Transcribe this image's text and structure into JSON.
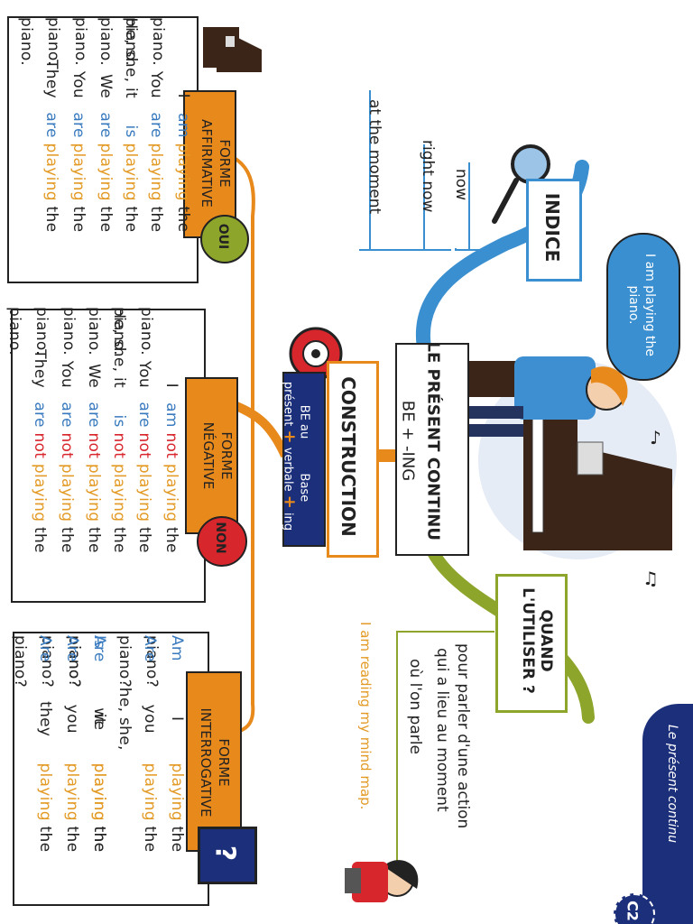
{
  "corner": {
    "badge": "C2",
    "title": "Le présent continu"
  },
  "center": {
    "title_line1": "LE PRÉSENT CONTINU",
    "title_line2": "BE + -ING"
  },
  "speech": "I am playing the piano.",
  "indice": {
    "label": "INDICE",
    "words": [
      "now",
      "right now",
      "at the moment"
    ]
  },
  "quand": {
    "label_line1": "QUAND",
    "label_line2": "L'UTILISER ?",
    "desc": [
      "pour parler d'une action",
      "qui a lieu au moment",
      "où l'on parle"
    ]
  },
  "mindmap": "I am reading my mind map.",
  "construction": {
    "label": "CONSTRUCTION",
    "line1_a": "BE au",
    "line1_b": "Base",
    "line2_a": "présent",
    "line2_b": "verbale",
    "ing": "ing",
    "plus": "+"
  },
  "affirmative": {
    "label_line1": "FORME",
    "label_line2": "AFFIRMATIVE",
    "bubble": "OUI",
    "rows": [
      {
        "pronoun": "I",
        "be": "am",
        "verb": "playing",
        "obj": "the piano."
      },
      {
        "pronoun": "You",
        "be": "are",
        "verb": "playing",
        "obj": "the piano."
      },
      {
        "pronoun": "He, she, it",
        "be": "is",
        "verb": "playing",
        "obj": "the piano."
      },
      {
        "pronoun": "We",
        "be": "are",
        "verb": "playing",
        "obj": "the piano."
      },
      {
        "pronoun": "You",
        "be": "are",
        "verb": "playing",
        "obj": "the piano."
      },
      {
        "pronoun": "They",
        "be": "are",
        "verb": "playing",
        "obj": "the piano."
      }
    ]
  },
  "negative": {
    "label_line1": "FORME",
    "label_line2": "NÉGATIVE",
    "bubble": "NON",
    "rows": [
      {
        "pronoun": "I",
        "be": "am",
        "neg": "not",
        "verb": "playing",
        "obj": "the piano."
      },
      {
        "pronoun": "You",
        "be": "are",
        "neg": "not",
        "verb": "playing",
        "obj": "the piano."
      },
      {
        "pronoun": "He, she, it",
        "be": "is",
        "neg": "not",
        "verb": "playing",
        "obj": "the piano."
      },
      {
        "pronoun": "We",
        "be": "are",
        "neg": "not",
        "verb": "playing",
        "obj": "the piano."
      },
      {
        "pronoun": "You",
        "be": "are",
        "neg": "not",
        "verb": "playing",
        "obj": "the piano."
      },
      {
        "pronoun": "They",
        "be": "are",
        "neg": "not",
        "verb": "playing",
        "obj": "the piano."
      }
    ]
  },
  "interrogative": {
    "label_line1": "FORME",
    "label_line2": "INTERROGATIVE",
    "bubble": "?",
    "rows": [
      {
        "be": "Am",
        "pronoun": "I",
        "verb": "playing",
        "obj": "the piano?"
      },
      {
        "be": "Are",
        "pronoun": "you",
        "verb": "playing",
        "obj": "the piano?"
      },
      {
        "be": "Is",
        "pronoun": "he, she, it",
        "verb": "playing",
        "obj": "the piano?"
      },
      {
        "be": "Are",
        "pronoun": "we",
        "verb": "playing",
        "obj": "the piano?"
      },
      {
        "be": "Are",
        "pronoun": "you",
        "verb": "playing",
        "obj": "the piano?"
      },
      {
        "be": "Are",
        "pronoun": "they",
        "verb": "playing",
        "obj": "the piano?"
      }
    ]
  },
  "colors": {
    "be": "#3a7bbf",
    "not": "#d8262d",
    "ing": "#e39a25",
    "orange": "#e8891c",
    "navy": "#1b2f7a",
    "green": "#8da52a",
    "blue_curve": "#3a8fd0"
  }
}
